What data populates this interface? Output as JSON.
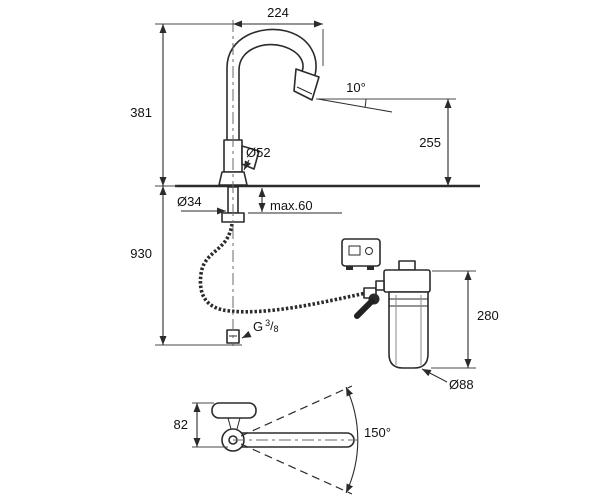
{
  "page": {
    "background": "#ffffff",
    "ink": "#2b2b2b"
  },
  "drawing": {
    "type": "technical-dimension-drawing",
    "subject": "pull-out kitchen faucet with under-sink filter unit",
    "dimensions": {
      "spout_reach": "224",
      "height_to_spout_top": "381",
      "spout_angle": "10°",
      "outlet_height": "255",
      "base_diameter": "Ø52",
      "mounting_hole_diameter": "Ø34",
      "max_counter_thickness": "max.60",
      "hose_length": "930",
      "thread": {
        "prefix": "G",
        "numerator": "3",
        "slash": "/",
        "denominator": "8"
      },
      "filter_height": "280",
      "filter_diameter": "Ø88",
      "handle_offset": "82",
      "swivel_range": "150°"
    }
  }
}
